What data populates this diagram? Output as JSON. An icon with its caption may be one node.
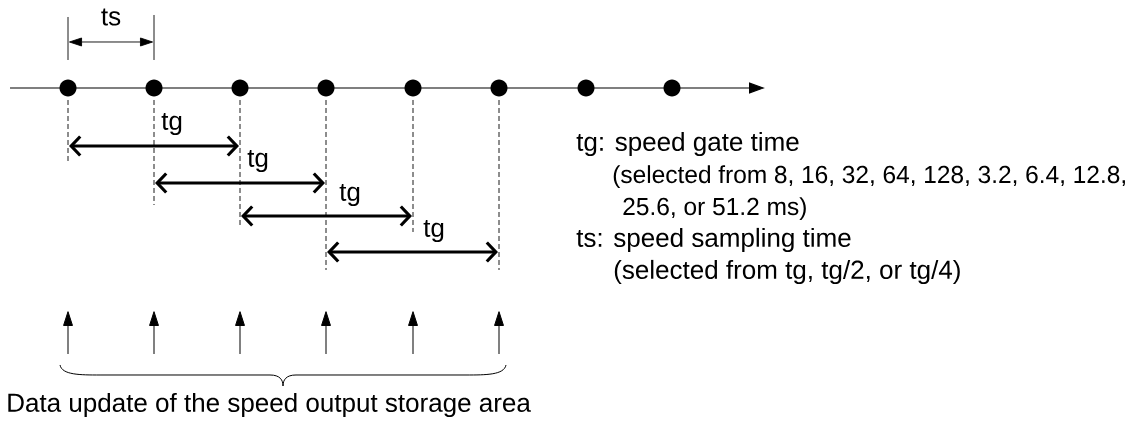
{
  "diagram": {
    "labels": [
      "ts",
      "tg",
      "tg",
      "tg",
      "tg",
      "tg: speed gate time",
      "(selected from 8, 16, 32, 64, 128, 3.2, 6.4, 12.8, 25.6, or 51.2 ms)",
      "ts: speed sampling time",
      "(selected from tg, tg/2, or tg/4)",
      "Data update of the speed output storage area"
    ]
  }
}
